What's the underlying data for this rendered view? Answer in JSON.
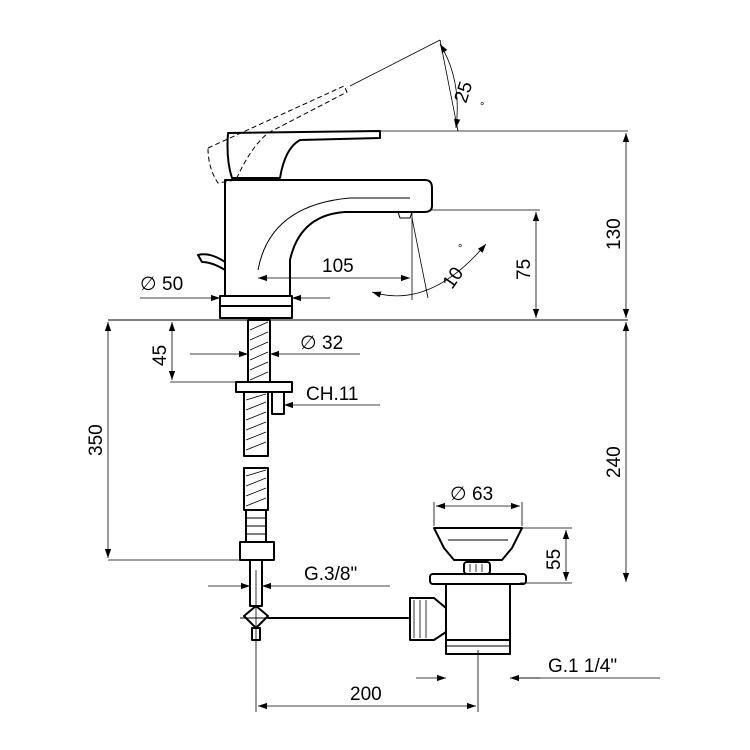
{
  "dimensions": {
    "angle_lever": "25",
    "angle_spout": "10",
    "height_total": "130",
    "height_spout": "75",
    "reach_spout": "105",
    "base_diameter": "50",
    "thread_length": "45",
    "shank_diameter": "32",
    "hose_length": "350",
    "nut_size": "CH.11",
    "deck_to_waste": "240",
    "waste_diameter": "63",
    "waste_height": "55",
    "hose_thread": "G.3/8\"",
    "waste_thread": "G.1 1/4\"",
    "rod_length": "200"
  },
  "symbols": {
    "diameter": "∅",
    "degree": "°"
  }
}
